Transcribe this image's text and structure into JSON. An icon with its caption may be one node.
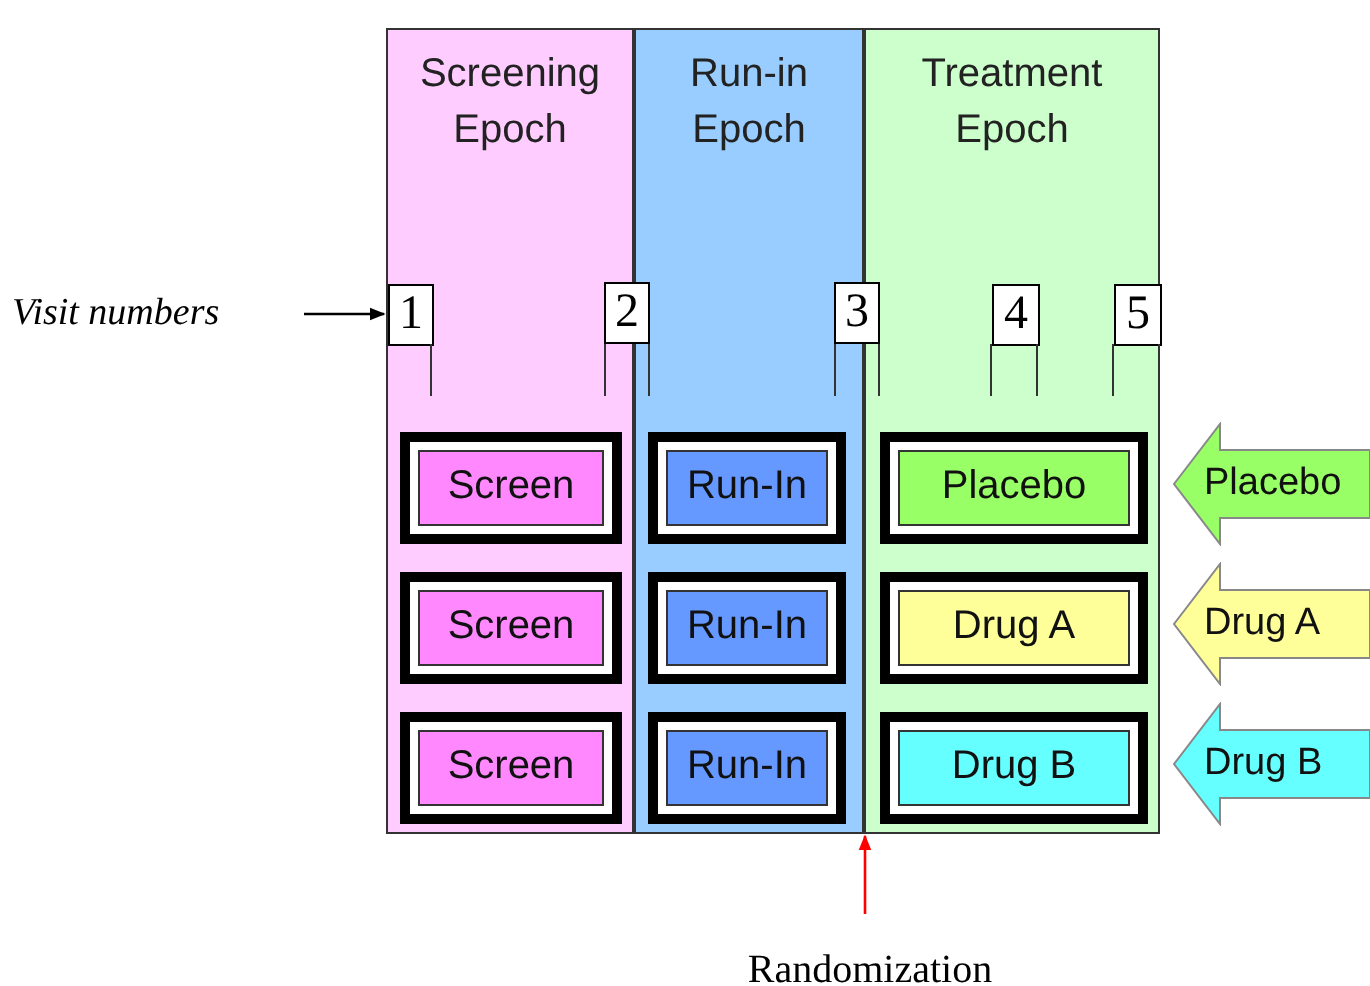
{
  "diagram": {
    "nodes": [
      {
        "text": [
          "Screening Epoch"
        ]
      },
      {
        "text": [
          "Run-in Epoch"
        ]
      },
      {
        "text": [
          "Treatment Epoch"
        ]
      },
      {
        "text": [
          "Visit numbers"
        ]
      },
      {
        "text": [
          "1"
        ],
        "in": 0
      },
      {
        "text": [
          "2"
        ]
      },
      {
        "text": [
          "3"
        ]
      },
      {
        "text": [
          "4"
        ],
        "in": 2
      },
      {
        "text": [
          "5"
        ],
        "in": 2
      },
      {
        "text": [
          "Screen"
        ],
        "in": 0
      },
      {
        "text": [
          "Run-In"
        ],
        "in": 1
      },
      {
        "text": [
          "Placebo"
        ],
        "in": 2
      },
      {
        "text": [
          "Placebo"
        ]
      },
      {
        "text": [
          "Screen"
        ],
        "in": 0
      },
      {
        "text": [
          "Run-In"
        ],
        "in": 1
      },
      {
        "text": [
          "Drug A"
        ],
        "in": 2
      },
      {
        "text": [
          "Drug A"
        ]
      },
      {
        "text": [
          "Screen"
        ],
        "in": 0
      },
      {
        "text": [
          "Run-In"
        ],
        "in": 1
      },
      {
        "text": [
          "Drug B"
        ],
        "in": 2
      },
      {
        "text": [
          "Drug B"
        ]
      },
      {
        "text": [
          "Randomization"
        ]
      }
    ],
    "edges": [
      {
        "from": 3,
        "to": 4,
        "arrow": "to"
      },
      {
        "from": 21,
        "to": 2,
        "arrow": "to",
        "color": "#ff0000"
      }
    ]
  }
}
